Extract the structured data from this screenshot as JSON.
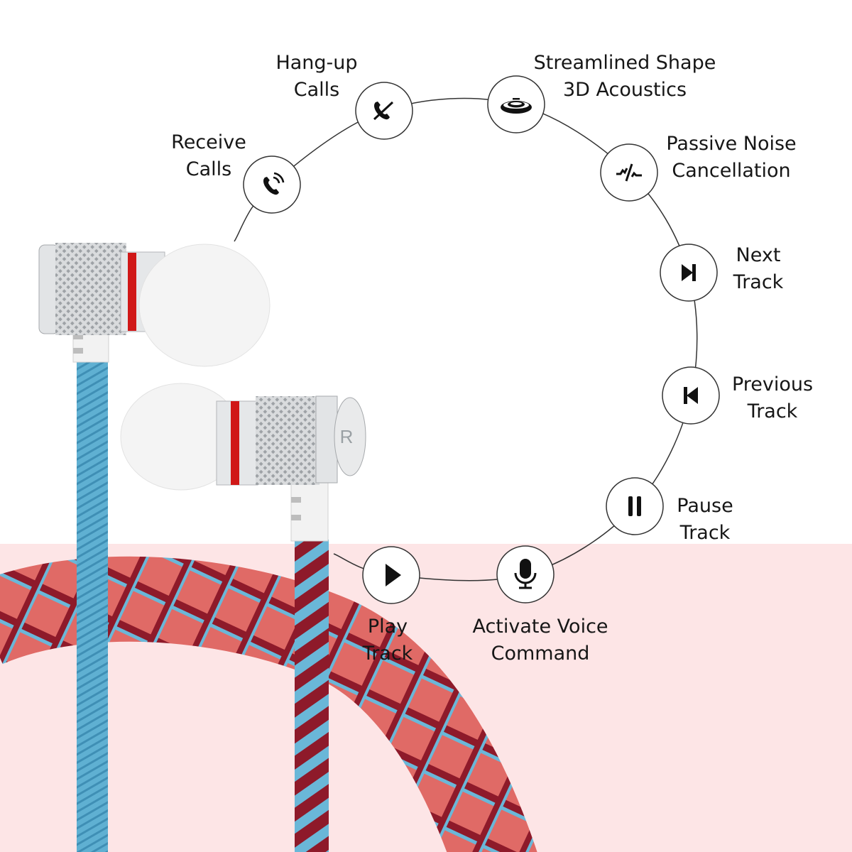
{
  "colors": {
    "background": "#ffffff",
    "pink_band": "#fde5e6",
    "text": "#161616",
    "ring_line": "#333333",
    "icon_fill": "#111111",
    "cable_blue": "#5fb0d2",
    "cable_red": "#e06a66",
    "cable_dark_red": "#8e1a2a",
    "metal": "#d7d9db",
    "accent_ring": "#d01818",
    "eartip": "#f4f4f4"
  },
  "features": [
    {
      "id": "receive-calls",
      "icon": "phone-ringing-icon",
      "lines": [
        "Receive",
        "Calls"
      ]
    },
    {
      "id": "hang-up-calls",
      "icon": "phone-hangup-icon",
      "lines": [
        "Hang-up",
        "Calls"
      ]
    },
    {
      "id": "streamlined-shape",
      "icon": "3d-acoustics-icon",
      "lines": [
        "Streamlined Shape",
        "3D Acoustics"
      ]
    },
    {
      "id": "passive-noise",
      "icon": "noise-cancel-icon",
      "lines": [
        "Passive Noise",
        "Cancellation"
      ]
    },
    {
      "id": "next-track",
      "icon": "skip-next-icon",
      "lines": [
        "Next",
        "Track"
      ]
    },
    {
      "id": "previous-track",
      "icon": "skip-previous-icon",
      "lines": [
        "Previous",
        "Track"
      ]
    },
    {
      "id": "pause-track",
      "icon": "pause-icon",
      "lines": [
        "Pause",
        "Track"
      ]
    },
    {
      "id": "voice-command",
      "icon": "microphone-icon",
      "lines": [
        "Activate Voice",
        "Command"
      ]
    },
    {
      "id": "play-track",
      "icon": "play-icon",
      "lines": [
        "Play",
        "Track"
      ]
    }
  ],
  "product": {
    "earbud_marking": "R"
  }
}
